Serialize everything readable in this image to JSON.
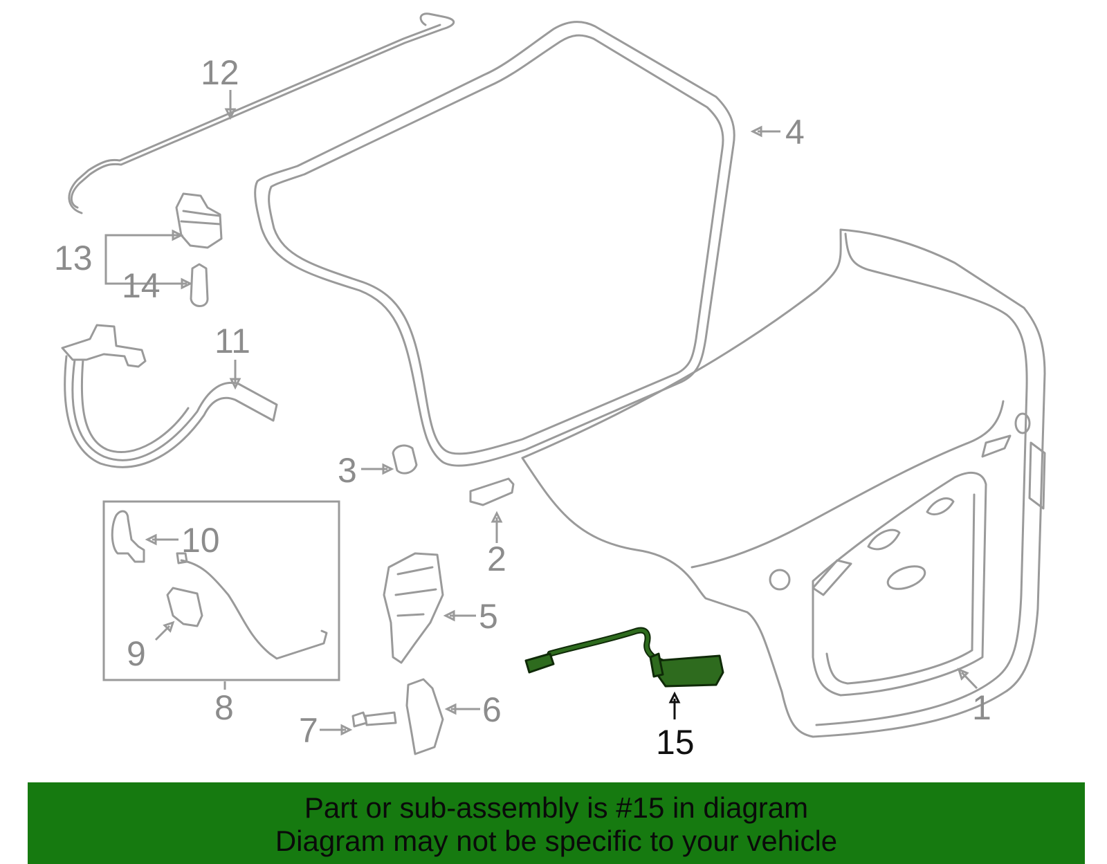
{
  "diagram": {
    "highlight_color": "#167a10",
    "highlighted_part": "15",
    "callouts": {
      "c1": "1",
      "c2": "2",
      "c3": "3",
      "c4": "4",
      "c5": "5",
      "c6": "6",
      "c7": "7",
      "c8": "8",
      "c9": "9",
      "c10": "10",
      "c11": "11",
      "c12": "12",
      "c13": "13",
      "c14": "14",
      "c15": "15"
    }
  },
  "banner": {
    "line1": "Part or sub-assembly is #15 in diagram",
    "line2": "Diagram may not be specific to your vehicle"
  }
}
